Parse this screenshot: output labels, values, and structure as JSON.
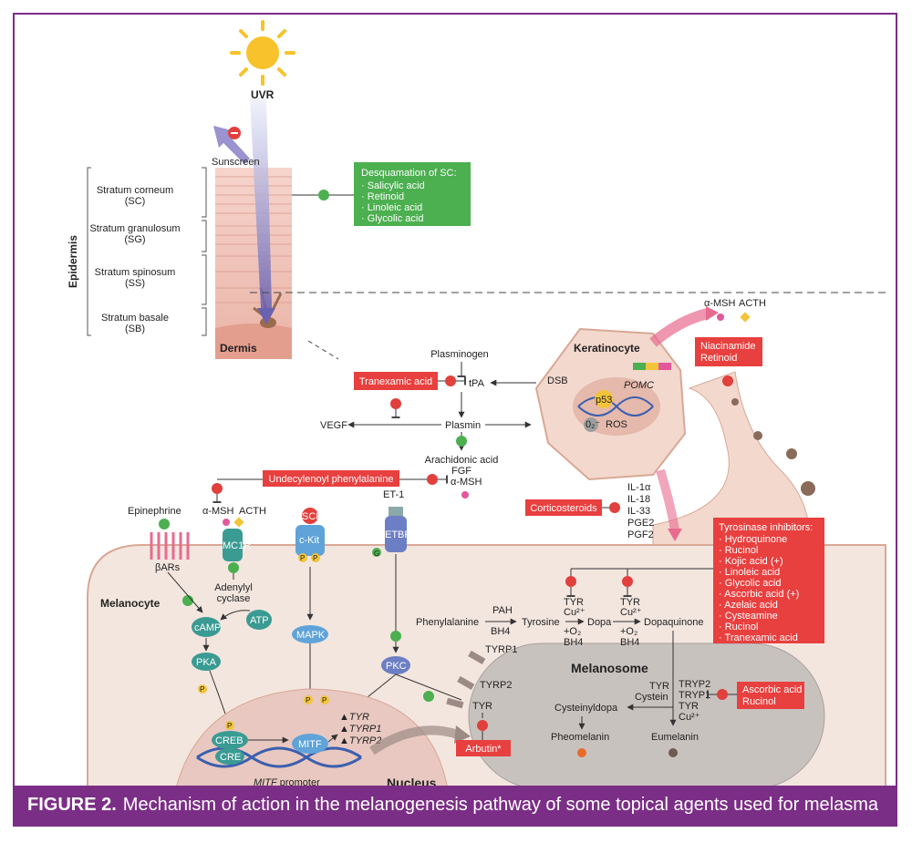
{
  "figure": {
    "caption_label": "FIGURE 2.",
    "caption_text": "Mechanism of action in the melanogenesis pathway of some topical agents used for melasma"
  },
  "skin": {
    "uvr": "UVR",
    "sunscreen": "Sunscreen",
    "epidermis": "Epidermis",
    "dermis": "Dermis",
    "layers": [
      {
        "name": "Stratum corneum",
        "abbr": "(SC)"
      },
      {
        "name": "Stratum granulosum",
        "abbr": "(SG)"
      },
      {
        "name": "Stratum spinosum",
        "abbr": "(SS)"
      },
      {
        "name": "Stratum basale",
        "abbr": "(SB)"
      }
    ]
  },
  "boxes": {
    "desquamation": {
      "title": "Desquamation of SC:",
      "items": [
        "· Salicylic acid",
        "· Retinoid",
        "· Linoleic acid",
        "· Glycolic acid"
      ]
    },
    "tranexamic": "Tranexamic acid",
    "undecylenoyl": "Undecylenoyl phenylalanine",
    "corticosteroids": "Corticosteroids",
    "niacinamide": [
      "Niacinamide",
      "Retinoid"
    ],
    "tyrosinase": {
      "title": "Tyrosinase inhibitors:",
      "items": [
        "· Hydroquinone",
        "· Rucinol",
        "· Kojic acid (+)",
        "· Linoleic acid",
        "· Glycolic acid",
        "· Ascorbic acid (+)",
        "· Azelaic acid",
        "· Cysteamine",
        "· Rucinol",
        "· Tranexamic acid"
      ]
    },
    "ascorbic": [
      "Ascorbic acid",
      "Rucinol"
    ],
    "arbutin": "Arbutin*"
  },
  "pathway": {
    "plasminogen": "Plasminogen",
    "tpa": "tPA",
    "plasmin": "Plasmin",
    "vegf": "VEGF",
    "arachidonic": "Arachidonic acid",
    "fgf": "FGF",
    "amsh": "α-MSH",
    "keratinocyte": "Keratinocyte",
    "dsb": "DSB",
    "p53": "p53",
    "pomc": "POMC",
    "o2": "0₂⁻",
    "ros": "ROS",
    "amsh_top": "α-MSH",
    "acth_top": "ACTH",
    "cytokines": [
      "IL-1α",
      "IL-18",
      "IL-33",
      "PGE2",
      "PGF2"
    ]
  },
  "melanocyte": {
    "label": "Melanocyte",
    "epinephrine": "Epinephrine",
    "bars": "βARs",
    "amsh": "α-MSH",
    "acth": "ACTH",
    "mc1r": "MC1R",
    "scf": "SCF",
    "ckit": "c-Kit",
    "et1": "ET-1",
    "etbr": "ETBR",
    "g": "G",
    "p": "P",
    "adenylyl": [
      "Adenylyl",
      "cyclase"
    ],
    "camp": "cAMP",
    "atp": "ATP",
    "pka": "PKA",
    "mapk": "MAPK",
    "pkc": "PKC",
    "creb": "CREB",
    "cre": "CRE",
    "mitf": "MITF",
    "genes": [
      "▲TYR",
      "▲TYRP1",
      "▲TYRP2"
    ],
    "promoter_italic": "MITF",
    "promoter": " promoter",
    "nucleus": "Nucleus"
  },
  "melanogenesis": {
    "phenylalanine": "Phenylalanine",
    "pah": "PAH",
    "bh4": "BH4",
    "tyrosine": "Tyrosine",
    "dopa": "Dopa",
    "dopaquinone": "Dopaquinone",
    "tyr": "TYR",
    "cu": "Cu²⁺",
    "o2": "+O₂",
    "melanosome": "Melanosome",
    "tyrp1": "TYRP1",
    "tyrp2": "TYRP2",
    "tyr_membrane": "TYR",
    "tyr_cystein": [
      "TYR",
      "Cystein"
    ],
    "cysteinyldopa": "Cysteinyldopa",
    "pheomelanin": "Pheomelanin",
    "eumelanin": "Eumelanin",
    "tryp_stack": [
      "TRYP2",
      "TRYP1",
      "TYR",
      "Cu²⁺"
    ]
  },
  "colors": {
    "frame": "#7b2e86",
    "green_box": "#4caf50",
    "red_box": "#e8403f",
    "cell": "#f3e6df"
  }
}
